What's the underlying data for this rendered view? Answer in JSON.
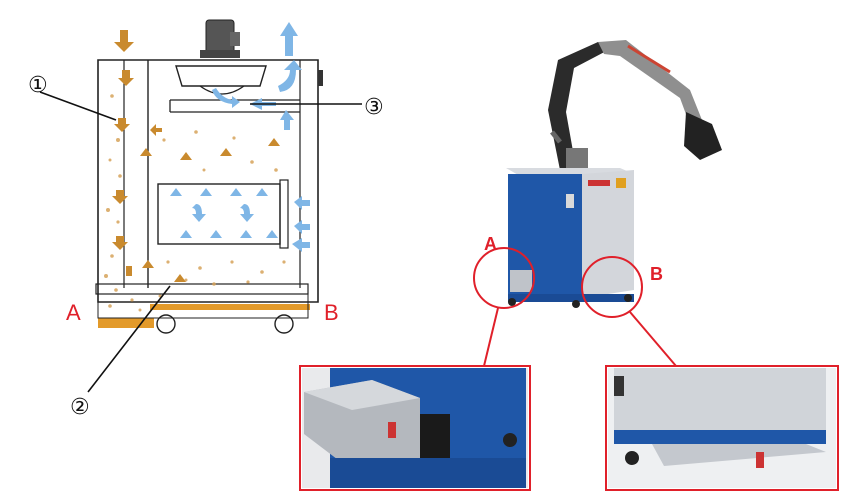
{
  "callouts": [
    {
      "id": "1",
      "label": "①"
    },
    {
      "id": "2",
      "label": "②"
    },
    {
      "id": "3",
      "label": "③"
    }
  ],
  "sides": [
    {
      "id": "A",
      "label": "A"
    },
    {
      "id": "B",
      "label": "B"
    }
  ],
  "colors": {
    "dust": "#c98a2e",
    "air_flow": "#7fb6e6",
    "cabinet_blue": "#1f57a8",
    "highlight_red": "#e0202a",
    "tray_orange": "#e39a2a"
  }
}
